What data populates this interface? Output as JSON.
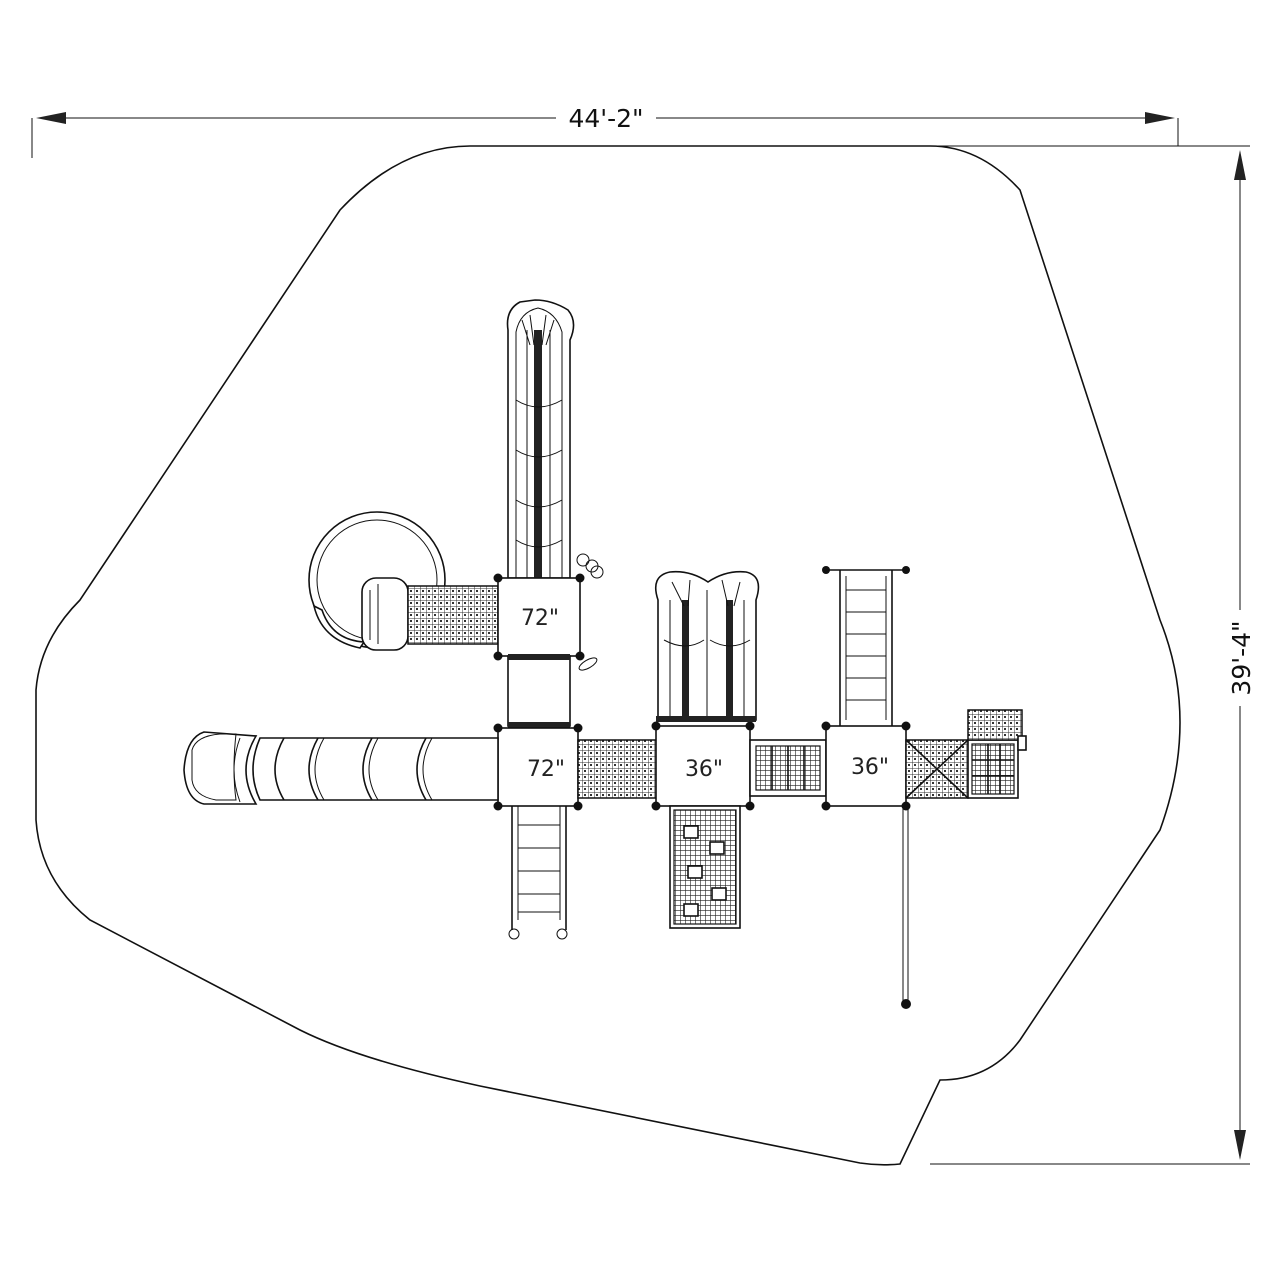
{
  "dimensions": {
    "width_label": "44'-2\"",
    "depth_label": "39'-4\""
  },
  "decks": [
    {
      "height_label": "72\""
    },
    {
      "height_label": "72\""
    },
    {
      "height_label": "36\""
    },
    {
      "height_label": "36\""
    }
  ]
}
